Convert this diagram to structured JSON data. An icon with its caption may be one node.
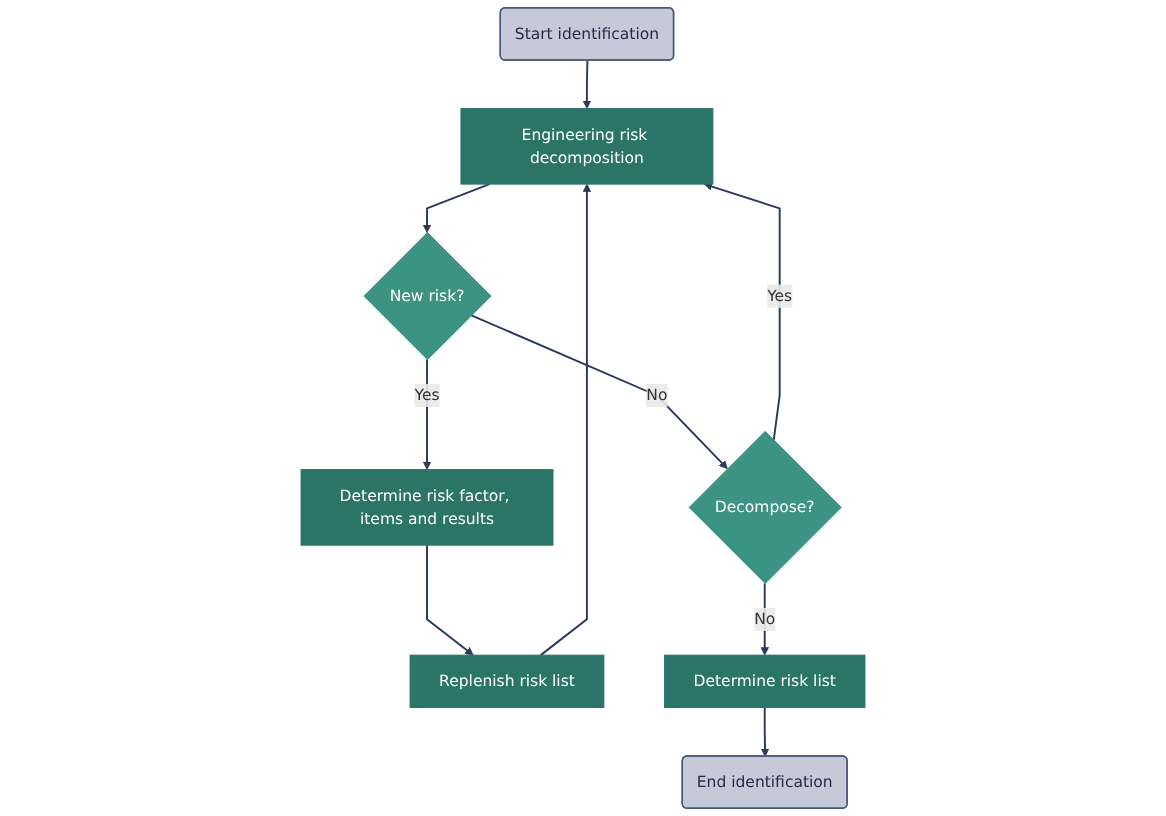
{
  "diagram": {
    "nodes": [
      {
        "text": [
          "Start identification"
        ]
      },
      {
        "text": [
          "Engineering risk decomposition"
        ]
      },
      {
        "text": [
          "New risk?"
        ]
      },
      {
        "text": [
          "Determine risk factor, items and results"
        ]
      },
      {
        "text": [
          "Decompose?"
        ]
      },
      {
        "text": [
          "Replenish risk list"
        ]
      },
      {
        "text": [
          "Determine risk list"
        ]
      },
      {
        "text": [
          "End identification"
        ]
      }
    ],
    "edges": [
      {
        "from": 0,
        "to": 1,
        "arrow": "to"
      },
      {
        "from": 1,
        "to": 2,
        "arrow": "to"
      },
      {
        "from": 2,
        "to": 3,
        "label": "Yes",
        "arrow": "to"
      },
      {
        "from": 2,
        "to": 4,
        "label": "No",
        "arrow": "to"
      },
      {
        "from": 4,
        "to": 1,
        "label": "Yes",
        "arrow": "to"
      },
      {
        "from": 4,
        "to": 6,
        "label": "No",
        "arrow": "to"
      },
      {
        "from": 3,
        "to": 5,
        "arrow": "to"
      },
      {
        "from": 5,
        "to": 1,
        "arrow": "to"
      },
      {
        "from": 6,
        "to": 7,
        "arrow": "to"
      }
    ]
  }
}
